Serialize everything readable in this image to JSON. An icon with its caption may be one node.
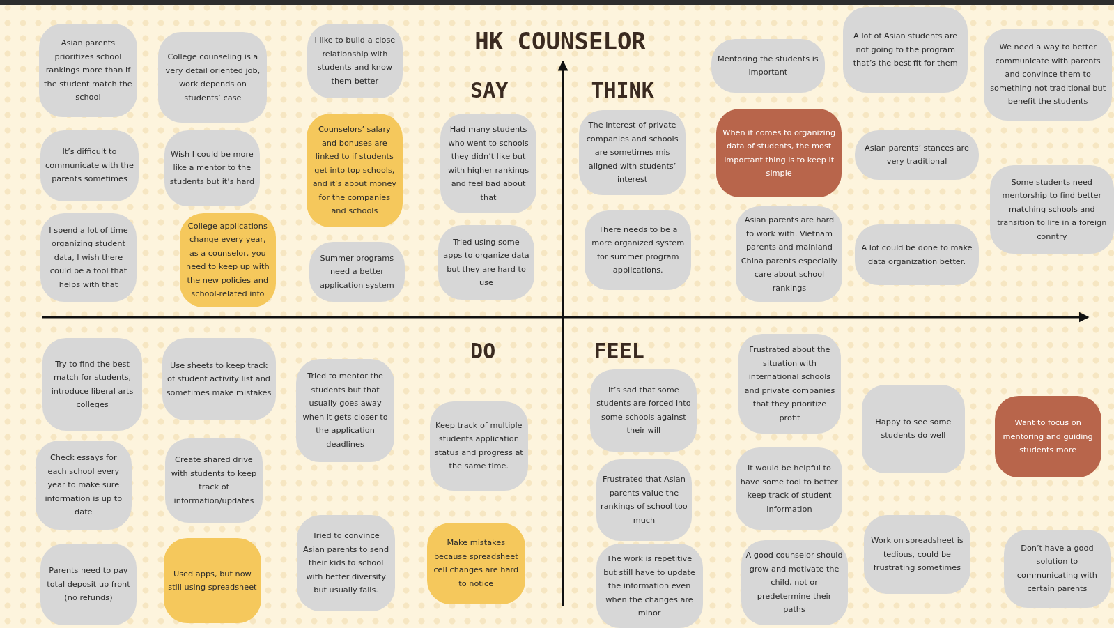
{
  "diagram": {
    "title": "HK COUNSELOR",
    "nodes": [
      {
        "text": [
          "Asian parents prioritizes school rankings more than if the student match the school"
        ]
      },
      {
        "text": [
          "College counseling is a very detail oriented job, work depends on students’ case"
        ]
      },
      {
        "text": [
          "I like to build a close relationship with students and know them better"
        ]
      },
      {
        "text": [
          "It’s difficult to communicate with the parents sometimes"
        ]
      },
      {
        "text": [
          "Wish I could be more like a mentor to the students but it’s hard"
        ]
      },
      {
        "text": [
          "Counselors’ salary and bonuses are linked to if students get into top schools, and it’s about money for the companies and schools"
        ]
      },
      {
        "text": [
          "Had many students who went to schools they didn’t like but with higher rankings and feel bad about that"
        ]
      },
      {
        "text": [
          "I spend a lot of time organizing student data, I wish there could be a tool that helps with that"
        ]
      },
      {
        "text": [
          "College applications change every year, as a counselor, you need to keep up with the new policies and school-related info"
        ]
      },
      {
        "text": [
          "Summer programs need a better application system"
        ]
      },
      {
        "text": [
          "Tried using some apps to organize data but they are hard to use"
        ]
      },
      {
        "text": [
          "Mentoring the students is important"
        ]
      },
      {
        "text": [
          "A lot of Asian students are not going to the program that’s the best fit for them"
        ]
      },
      {
        "text": [
          "We need a way to better communicate with parents and convince them to something not traditional but benefit the students"
        ]
      },
      {
        "text": [
          "The interest of private companies and schools are sometimes mis aligned with students’ interest"
        ]
      },
      {
        "text": [
          "When it comes to organizing data of students, the most important thing is to keep it simple"
        ]
      },
      {
        "text": [
          "Asian parents’ stances are very traditional"
        ]
      },
      {
        "text": [
          "Some students need mentorship to find better matching schools and transition to life in a foreign conntry"
        ]
      },
      {
        "text": [
          "There needs to be a more organized system for summer program applications."
        ]
      },
      {
        "text": [
          "Asian parents are hard to work with. Vietnam parents and mainland China parents especially care about school rankings"
        ]
      },
      {
        "text": [
          "A lot could be done to make data organization better."
        ]
      },
      {
        "text": [
          "Try to find the best match for students, introduce liberal arts colleges"
        ]
      },
      {
        "text": [
          "Use sheets to keep track of student activity list and sometimes make mistakes"
        ]
      },
      {
        "text": [
          "Tried to mentor the students but that usually goes away when it gets closer to the application deadlines"
        ]
      },
      {
        "text": [
          "Keep track of multiple students application status and progress at the same time."
        ]
      },
      {
        "text": [
          "Check essays for each school every year to make sure information is up to date"
        ]
      },
      {
        "text": [
          "Create shared drive with students to keep track of information/updates"
        ]
      },
      {
        "text": [
          "Parents need to pay total deposit up front (no refunds)"
        ]
      },
      {
        "text": [
          "Used apps, but now still using spreadsheet"
        ]
      },
      {
        "text": [
          "Tried to convince Asian parents to send their kids to school with better diversity but usually fails."
        ]
      },
      {
        "text": [
          "Make mistakes because spreadsheet cell changes are hard to notice"
        ]
      },
      {
        "text": [
          "It’s sad that some students are forced into some schools against their will"
        ]
      },
      {
        "text": [
          "Frustrated about the situation with international schools and private companies that they prioritize profit"
        ]
      },
      {
        "text": [
          "Happy to see some students do well"
        ]
      },
      {
        "text": [
          "Want to focus on mentoring and guiding students more"
        ]
      },
      {
        "text": [
          "Frustrated that Asian parents value the rankings of school too much"
        ]
      },
      {
        "text": [
          "It would be helpful to have some tool to better keep track of student information"
        ]
      },
      {
        "text": [
          "The work is repetitive but still have to update the information even when the changes are minor"
        ]
      },
      {
        "text": [
          "A good counselor should grow and motivate the child, not or predetermine their paths"
        ]
      },
      {
        "text": [
          "Work on spreadsheet is tedious, could be frustrating sometimes"
        ]
      },
      {
        "text": [
          "Don’t have a good solution to communicating with certain parents"
        ]
      }
    ],
    "labels": [
      "SAY",
      "THINK",
      "DO",
      "FEEL"
    ]
  }
}
